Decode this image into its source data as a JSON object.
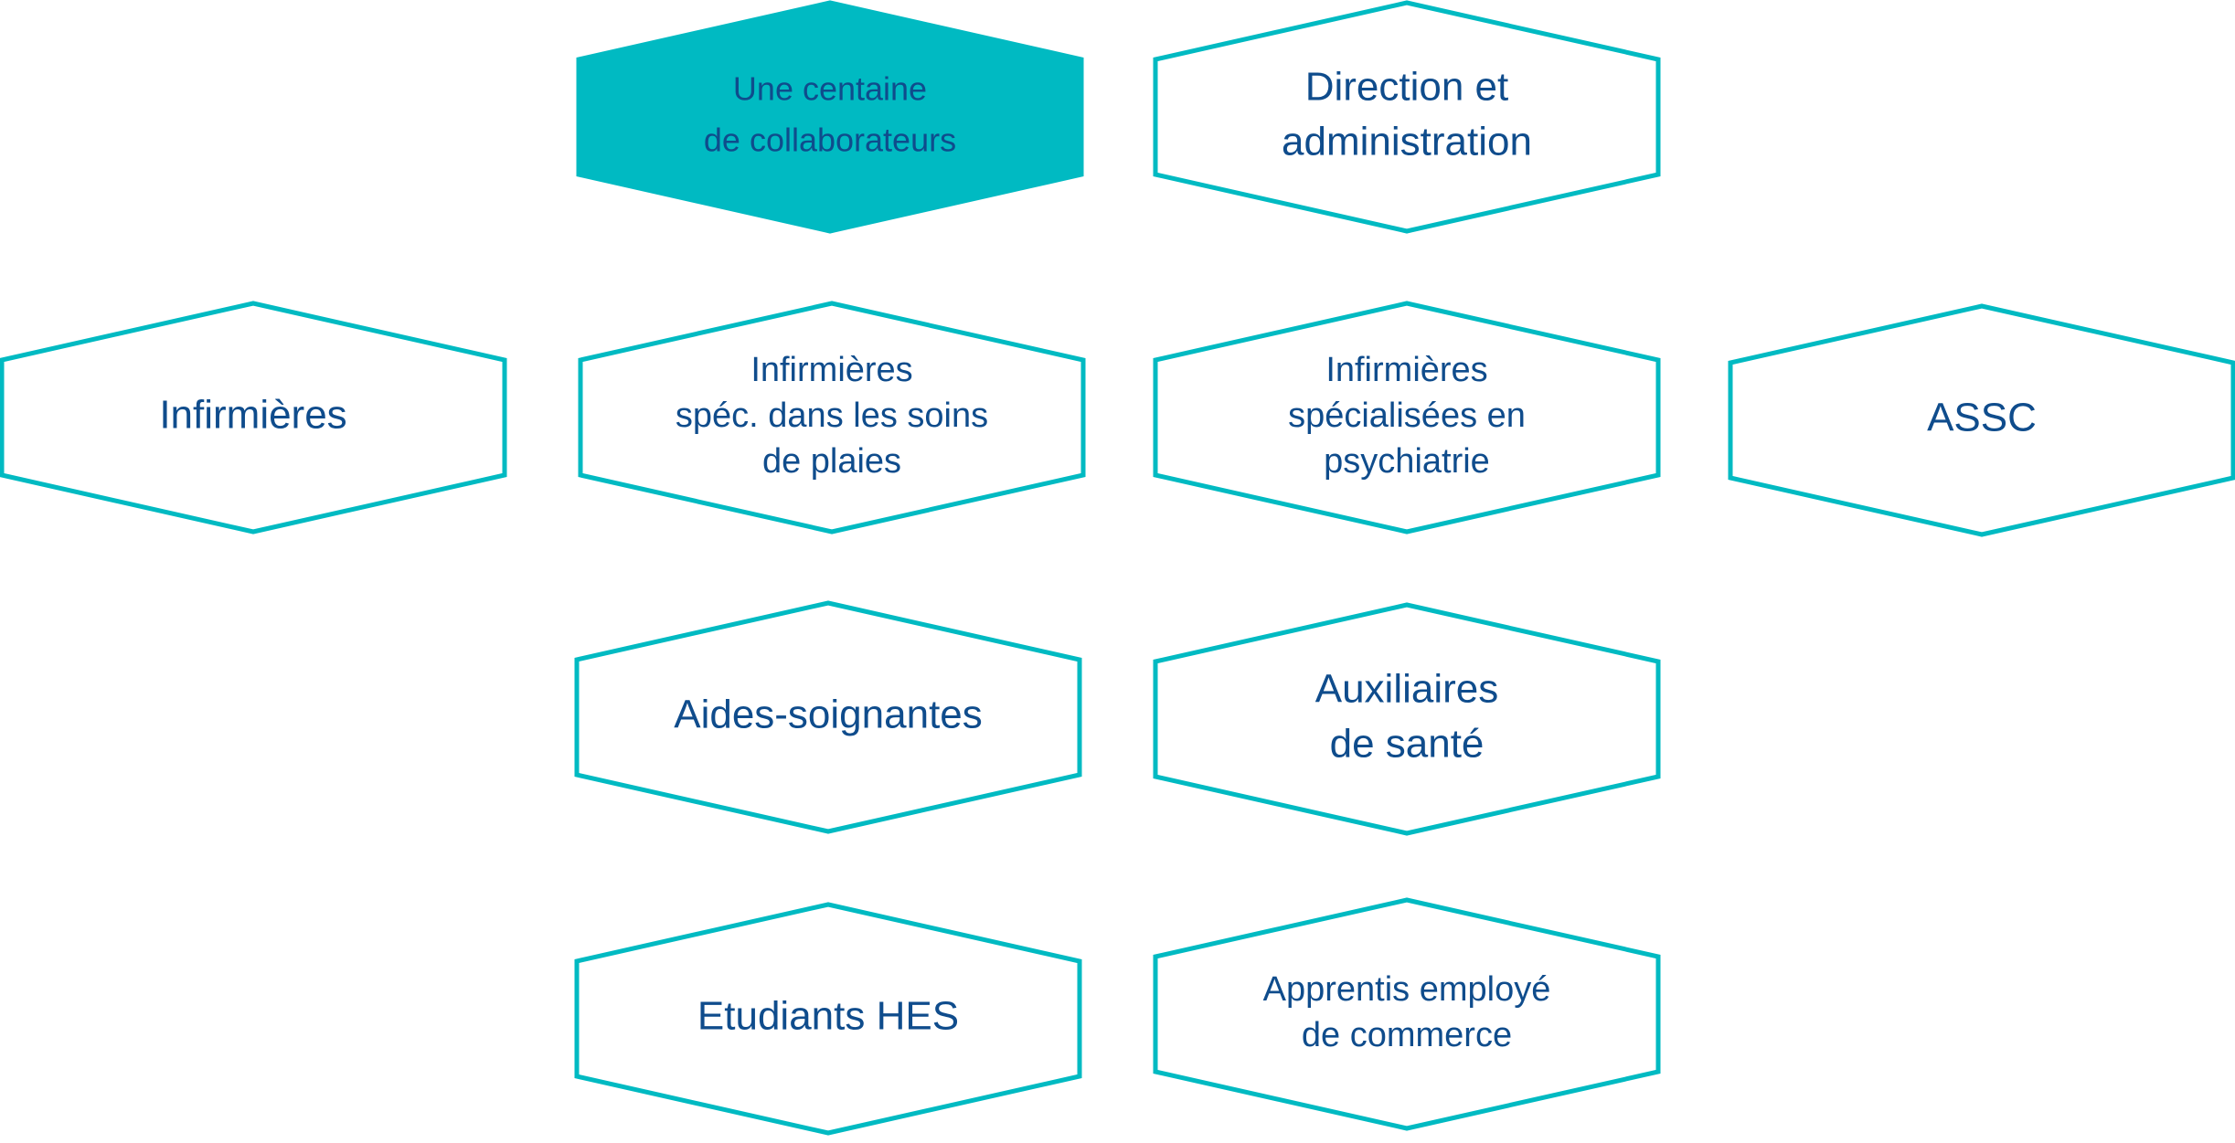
{
  "colors": {
    "accent": "#00BAC2",
    "text": "#0F4C8C",
    "outline_fill": "#ffffff"
  },
  "nodes": [
    {
      "id": "collaborateurs",
      "filled": true,
      "lines": [
        "Une centaine",
        "de collaborateurs"
      ]
    },
    {
      "id": "direction",
      "filled": false,
      "lines": [
        "Direction et",
        "administration"
      ]
    },
    {
      "id": "infirmieres",
      "filled": false,
      "lines": [
        "Infirmières"
      ]
    },
    {
      "id": "soins-plaies",
      "filled": false,
      "lines": [
        "Infirmières",
        "spéc. dans les soins",
        "de plaies"
      ]
    },
    {
      "id": "psychiatrie",
      "filled": false,
      "lines": [
        "Infirmières",
        "spécialisées en",
        "psychiatrie"
      ]
    },
    {
      "id": "assc",
      "filled": false,
      "lines": [
        "ASSC"
      ]
    },
    {
      "id": "aides-soignantes",
      "filled": false,
      "lines": [
        "Aides-soignantes"
      ]
    },
    {
      "id": "auxiliaires",
      "filled": false,
      "lines": [
        "Auxiliaires",
        "de santé"
      ]
    },
    {
      "id": "etudiants",
      "filled": false,
      "lines": [
        "Etudiants HES"
      ]
    },
    {
      "id": "apprentis",
      "filled": false,
      "lines": [
        "Apprentis employé",
        "de commerce"
      ]
    }
  ]
}
